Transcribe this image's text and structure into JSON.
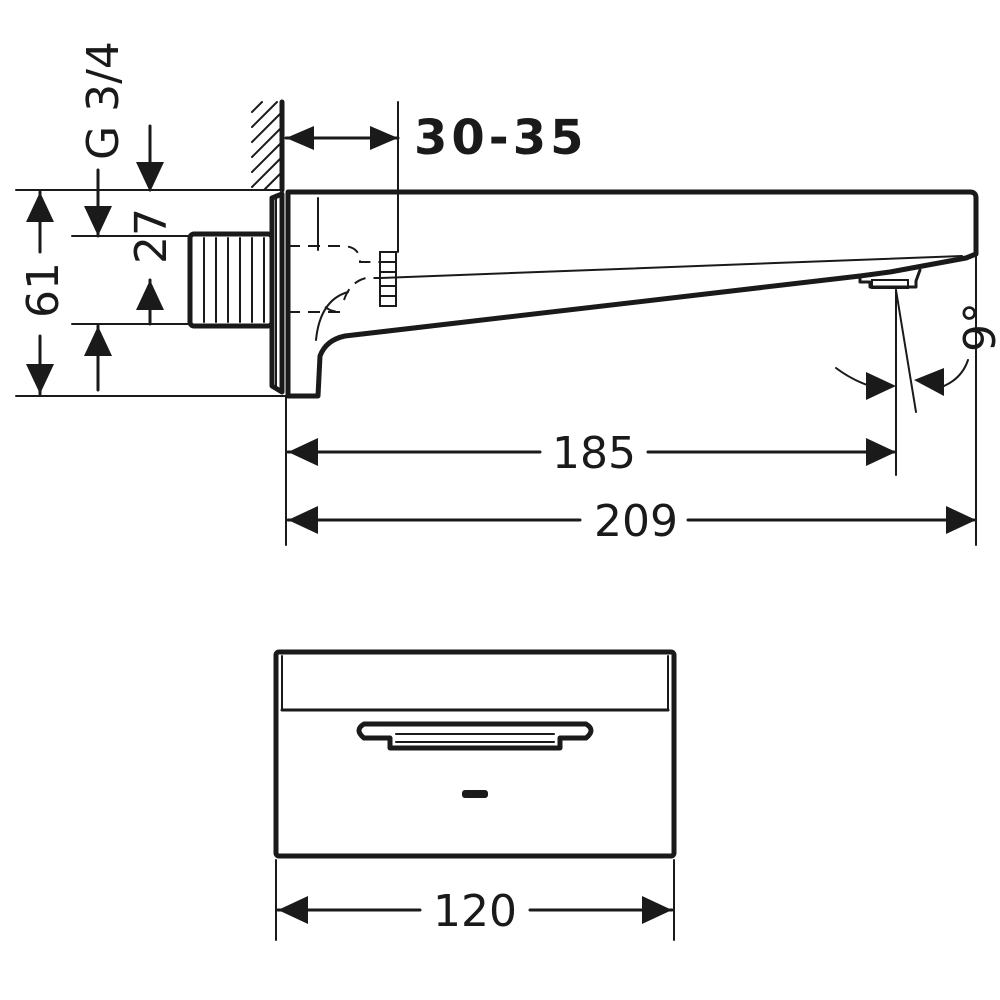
{
  "side_view": {
    "wall_depth_label": "30-35",
    "thread_label": "G 3/4",
    "height_61_label": "61",
    "height_27_label": "27",
    "angle_label": "9°",
    "length_185_label": "185",
    "length_209_label": "209"
  },
  "front_view": {
    "width_label": "120"
  }
}
